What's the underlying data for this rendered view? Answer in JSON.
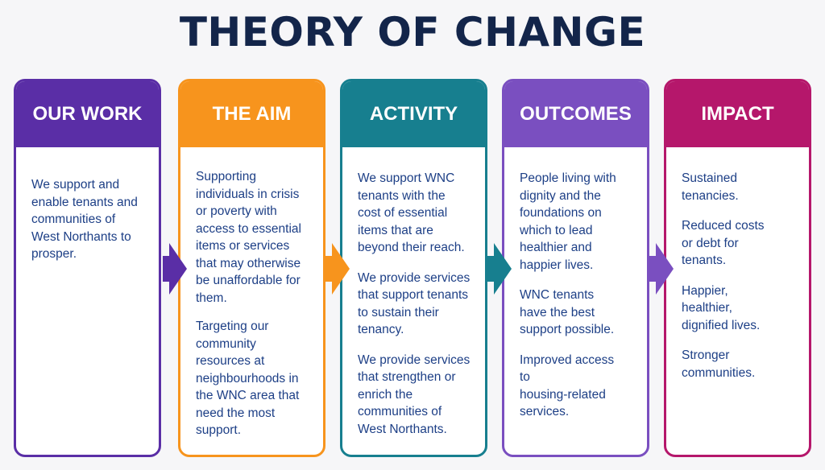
{
  "title": "THEORY OF CHANGE",
  "columns": [
    {
      "heading": "OUR WORK",
      "color": "#5a2ea6",
      "paragraphs": [
        "We support and\nenable tenants and\ncommunities of\nWest Northants to\nprosper."
      ]
    },
    {
      "heading": "THE AIM",
      "color": "#f7941d",
      "paragraphs": [
        "Supporting\nindividuals in crisis\nor poverty with\naccess to essential\nitems or services\nthat may otherwise\nbe unaffordable for\nthem.",
        "Targeting our\ncommunity\nresources at\nneighbourhoods in\nthe WNC area that\nneed the most\nsupport."
      ]
    },
    {
      "heading": "ACTIVITY",
      "color": "#177f8f",
      "paragraphs": [
        "We support WNC\ntenants with the\ncost of essential\nitems that are\nbeyond their reach.",
        "We provide services\nthat support tenants\nto sustain their\ntenancy.",
        "We provide services\nthat strengthen or\nenrich the\ncommunities of\nWest Northants."
      ]
    },
    {
      "heading": "OUTCOMES",
      "color": "#7a4fc0",
      "paragraphs": [
        "People living with\ndignity and the\nfoundations on\nwhich to lead\nhealthier and\nhappier lives.",
        "WNC tenants\nhave the best\nsupport possible.",
        "Improved access\nto\nhousing-related\nservices."
      ]
    },
    {
      "heading": "IMPACT",
      "color": "#b5176b",
      "paragraphs": [
        "Sustained\ntenancies.",
        "Reduced costs\nor debt for\ntenants.",
        "Happier,\nhealthier,\ndignified lives.",
        "Stronger\ncommunities."
      ]
    }
  ],
  "arrows": [
    {
      "color": "#5a2ea6"
    },
    {
      "color": "#f7941d"
    },
    {
      "color": "#177f8f"
    },
    {
      "color": "#7a4fc0"
    }
  ]
}
